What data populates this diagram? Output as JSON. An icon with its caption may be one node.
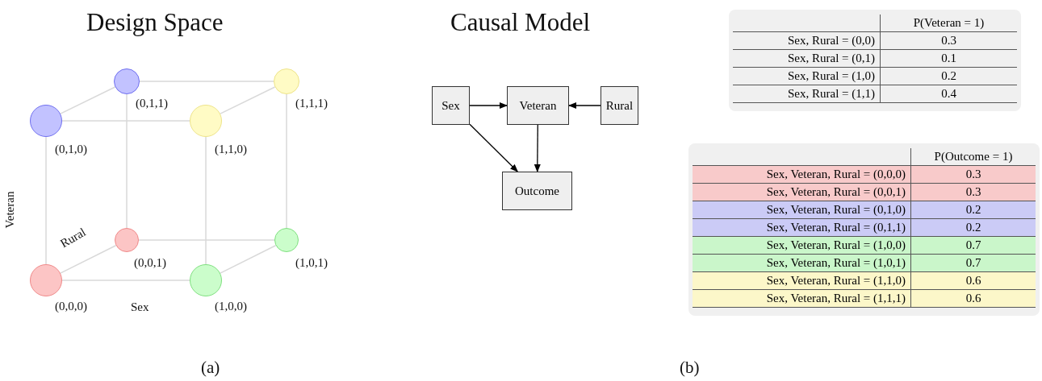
{
  "diagram": {
    "nodes": [
      {
        "text": [],
        "shape": "circle",
        "beside": [
          "(0,1,1)"
        ]
      },
      {
        "text": [],
        "shape": "circle",
        "beside": [
          "(1,1,1)"
        ]
      },
      {
        "text": [],
        "shape": "circle",
        "beside": [
          "(0,1,0)"
        ]
      },
      {
        "text": [],
        "shape": "circle",
        "beside": [
          "(1,1,0)"
        ]
      },
      {
        "text": [],
        "shape": "circle",
        "beside": [
          "(0,0,1)"
        ]
      },
      {
        "text": [],
        "shape": "circle",
        "beside": [
          "(1,0,1)"
        ]
      },
      {
        "text": [],
        "shape": "circle",
        "beside": [
          "(0,0,0)"
        ]
      },
      {
        "text": [],
        "shape": "circle",
        "beside": [
          "(1,0,0)"
        ]
      },
      {
        "text": [
          "Sex"
        ]
      },
      {
        "text": [
          "Veteran"
        ]
      },
      {
        "text": [
          "Rural"
        ]
      },
      {
        "text": [
          "Outcome"
        ]
      }
    ],
    "edges": [
      {
        "from": 0,
        "to": 1,
        "arrow": "none"
      },
      {
        "from": 2,
        "to": 3,
        "arrow": "none"
      },
      {
        "from": 0,
        "to": 2,
        "arrow": "none"
      },
      {
        "from": 1,
        "to": 3,
        "arrow": "none"
      },
      {
        "from": 4,
        "to": 5,
        "arrow": "none"
      },
      {
        "from": 6,
        "to": 7,
        "arrow": "none"
      },
      {
        "from": 4,
        "to": 6,
        "arrow": "none"
      },
      {
        "from": 5,
        "to": 7,
        "arrow": "none"
      },
      {
        "from": 2,
        "to": 6,
        "arrow": "none"
      },
      {
        "from": 3,
        "to": 7,
        "arrow": "none"
      },
      {
        "from": 0,
        "to": 4,
        "arrow": "none"
      },
      {
        "from": 1,
        "to": 5,
        "arrow": "none"
      },
      {
        "from": 8,
        "to": 9,
        "arrow": "to",
        "color": "#000000"
      },
      {
        "from": 10,
        "to": 9,
        "arrow": "to",
        "color": "#000000"
      },
      {
        "from": 8,
        "to": 11,
        "arrow": "to",
        "color": "#000000"
      },
      {
        "from": 9,
        "to": 11,
        "arrow": "to",
        "color": "#000000"
      }
    ],
    "labels": [
      "Design Space",
      "Causal Model",
      "P(Veteran = 1)",
      "Sex, Rural = (0,0)",
      "0.3",
      "Sex, Rural = (0,1)",
      "0.1",
      "Sex, Rural = (1,0)",
      "0.2",
      "Sex, Rural = (1,1)",
      "0.4",
      "P(Outcome = 1)",
      "Sex, Veteran, Rural = (0,0,0)",
      "0.3",
      "Sex, Veteran, Rural = (0,0,1)",
      "0.3",
      "Sex, Veteran, Rural = (0,1,0)",
      "0.2",
      "Sex, Veteran, Rural = (0,1,1)",
      "0.2",
      "Sex, Veteran, Rural = (1,0,0)",
      "0.7",
      "Sex, Veteran, Rural = (1,0,1)",
      "0.7",
      "Sex, Veteran, Rural = (1,1,0)",
      "0.6",
      "Sex, Veteran, Rural = (1,1,1)",
      "0.6",
      "Veteran",
      "Rural",
      "Sex",
      "(a)",
      "(b)"
    ]
  }
}
